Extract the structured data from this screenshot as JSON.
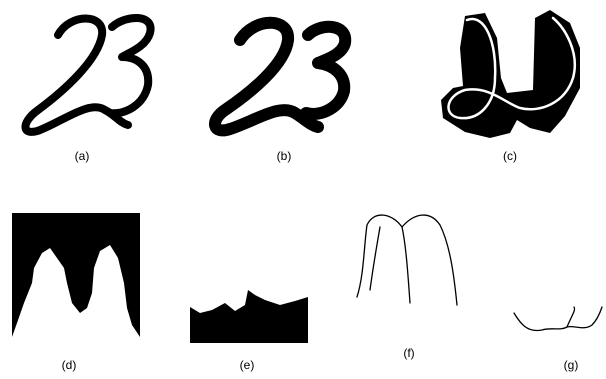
{
  "panels": [
    {
      "id": "a",
      "label": "(a)"
    },
    {
      "id": "b",
      "label": "(b)"
    },
    {
      "id": "c",
      "label": "(c)"
    },
    {
      "id": "d",
      "label": "(d)"
    },
    {
      "id": "e",
      "label": "(e)"
    },
    {
      "id": "f",
      "label": "(f)"
    },
    {
      "id": "g",
      "label": "(g)"
    }
  ],
  "colors": {
    "ink": "#000000",
    "paper": "#ffffff"
  }
}
